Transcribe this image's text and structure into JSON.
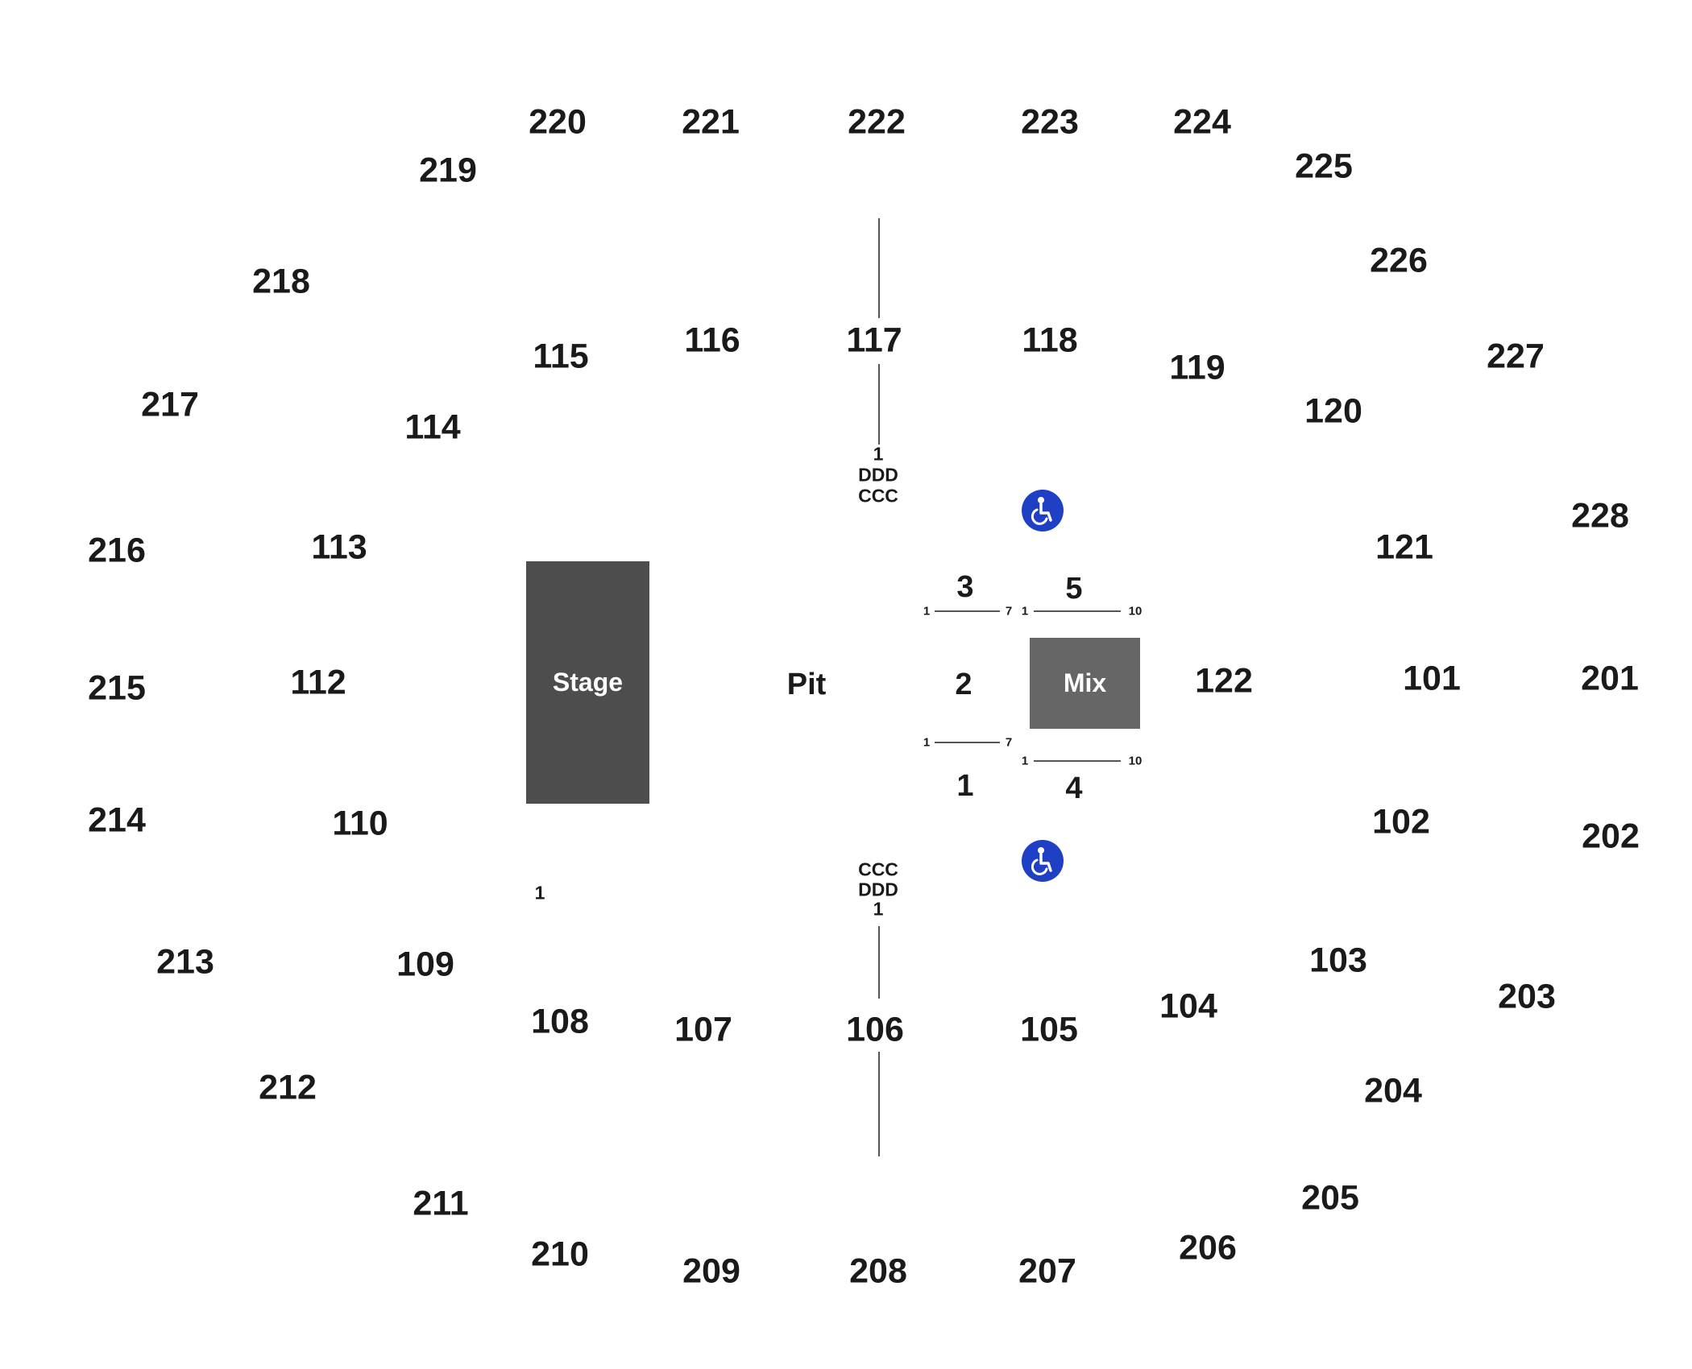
{
  "colors": {
    "stage": "#4d4d4d",
    "mix": "#666666",
    "accessible": "#1f3fc4",
    "text": "#1a1a1a"
  },
  "stage_label": "Stage",
  "pit_label": "Pit",
  "mix_label": "Mix",
  "sections_upper": {
    "s201": "201",
    "s202": "202",
    "s203": "203",
    "s204": "204",
    "s205": "205",
    "s206": "206",
    "s207": "207",
    "s208": "208",
    "s209": "209",
    "s210": "210",
    "s211": "211",
    "s212": "212",
    "s213": "213",
    "s214": "214",
    "s215": "215",
    "s216": "216",
    "s217": "217",
    "s218": "218",
    "s219": "219",
    "s220": "220",
    "s221": "221",
    "s222": "222",
    "s223": "223",
    "s224": "224",
    "s225": "225",
    "s226": "226",
    "s227": "227",
    "s228": "228"
  },
  "sections_lower": {
    "s101": "101",
    "s102": "102",
    "s103": "103",
    "s104": "104",
    "s105": "105",
    "s106": "106",
    "s107": "107",
    "s108": "108",
    "s109": "109",
    "s110": "110",
    "s112": "112",
    "s113": "113",
    "s114": "114",
    "s115": "115",
    "s116": "116",
    "s117": "117",
    "s118": "118",
    "s119": "119",
    "s120": "120",
    "s121": "121",
    "s122": "122"
  },
  "floor_sections": {
    "f1": "1",
    "f2": "2",
    "f3": "3",
    "f4": "4",
    "f5": "5"
  },
  "row_markers": {
    "top_row_1": "1",
    "top_ddd": "DDD",
    "top_ccc": "CCC",
    "bottom_ccc": "CCC",
    "bottom_ddd": "DDD",
    "bottom_row_1": "1",
    "stage_side_row_1": "1"
  },
  "seat_markers": {
    "f3_start": "1",
    "f3_end": "7",
    "f5_start": "1",
    "f5_end": "10",
    "f1_start": "1",
    "f1_end": "7",
    "f4_start": "1",
    "f4_end": "10"
  },
  "icons": {
    "accessible_top": "wheelchair-icon",
    "accessible_bottom": "wheelchair-icon"
  }
}
